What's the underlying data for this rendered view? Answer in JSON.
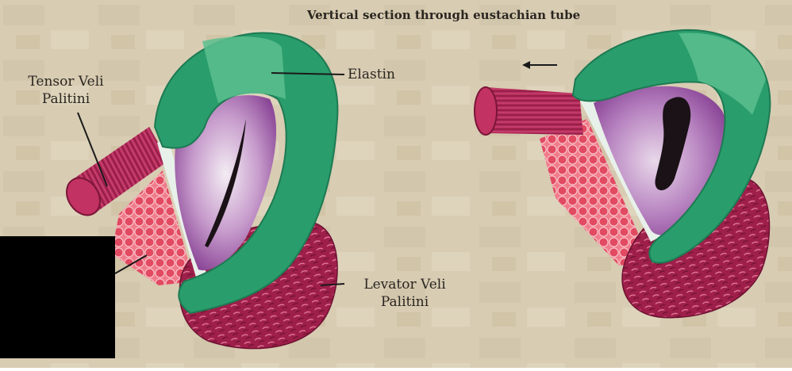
{
  "title": "Vertical section through eustachian tube",
  "labels": {
    "tensor_line1": "Tensor Veli",
    "tensor_line2": "Palitini",
    "elastin": "Elastin",
    "levator_line1": "Levator Veli",
    "levator_line2": "Palitini"
  },
  "colors": {
    "background": "#d9cdb4",
    "cartilage_green": "#2a9d6c",
    "lumen_purple": "#9a55a8",
    "muscle_crimson": "#a8234f",
    "fat_pink": "#e35a6e",
    "redaction": "#000000"
  },
  "icons": [
    "left-arrow-icon"
  ]
}
